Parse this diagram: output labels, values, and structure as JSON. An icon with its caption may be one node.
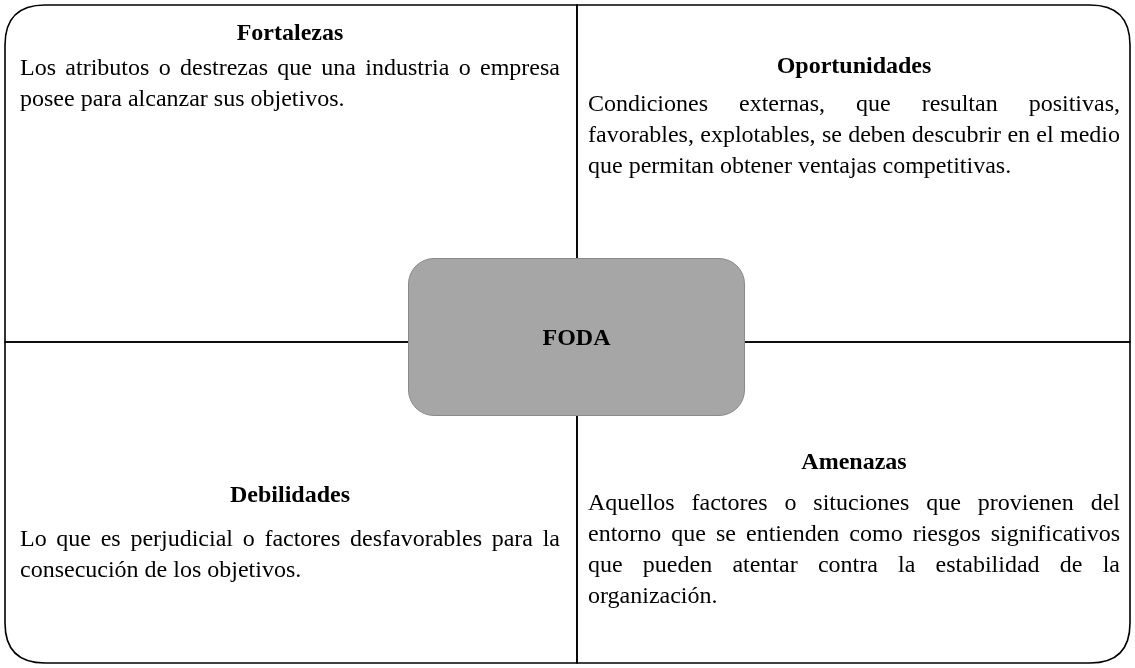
{
  "diagram": {
    "nodes": [
      {
        "text": [
          "Fortalezas",
          "Los atributos o destrezas que una industria o empresa posee para alcanzar sus objetivos."
        ]
      },
      {
        "text": [
          "Oportunidades",
          "Condiciones externas, que resultan positivas, favorables, explotables, se deben descubrir en el medio que permitan obtener ventajas competitivas."
        ]
      },
      {
        "text": [
          "Debilidades",
          "Lo que es perjudicial o factores desfavorables para la consecución de los objetivos."
        ]
      },
      {
        "text": [
          "Amenazas",
          "Aquellos factores o situciones que provienen del entorno que se entienden como riesgos significativos que pueden atentar contra la estabilidad de la organización."
        ]
      },
      {
        "text": [
          "FODA"
        ]
      }
    ]
  }
}
